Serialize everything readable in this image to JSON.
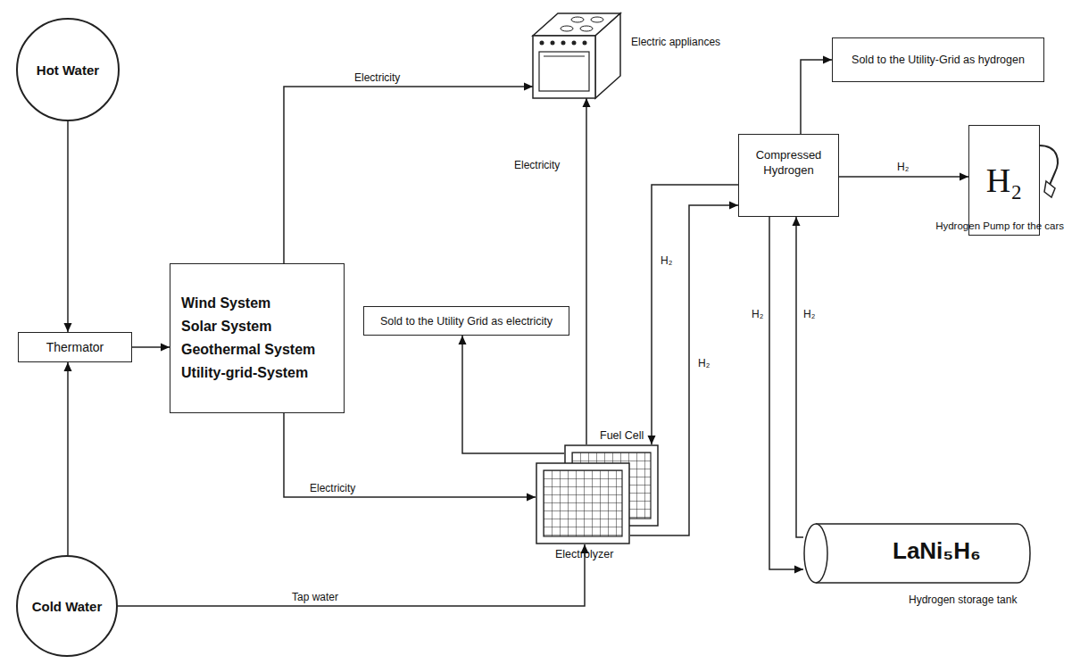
{
  "diagram": {
    "nodes": [
      {
        "text": [
          "Hot Water"
        ]
      },
      {
        "text": [
          "Thermator"
        ]
      },
      {
        "text": [
          "Cold Water"
        ]
      },
      {
        "text": [
          "Wind System",
          "Solar System",
          "Geothermal System",
          "Utility-grid-System"
        ]
      },
      {
        "text": [
          "Electric appliances"
        ]
      },
      {
        "text": [
          "Sold to the Utility Grid as electricity"
        ]
      },
      {
        "text": [
          "Fuel Cell"
        ]
      },
      {
        "text": [
          "Electrolyzer"
        ]
      },
      {
        "text": [
          "Compressed Hydrogen"
        ]
      },
      {
        "text": [
          "Sold to the Utility-Grid as hydrogen"
        ]
      },
      {
        "text": [
          "H₂",
          "Hydrogen Pump for the cars"
        ]
      },
      {
        "text": [
          "LaNi₅H₆",
          "Hydrogen storage tank"
        ]
      }
    ],
    "edges": [
      {
        "from": 0,
        "to": 1,
        "arrow": "to"
      },
      {
        "from": 2,
        "to": 1,
        "arrow": "to"
      },
      {
        "from": 1,
        "to": 3,
        "arrow": "to"
      },
      {
        "from": 3,
        "to": 4,
        "label": "Electricity",
        "arrow": "to"
      },
      {
        "from": 3,
        "to": 7,
        "label": "Electricity",
        "arrow": "to"
      },
      {
        "from": 2,
        "to": 7,
        "label": "Tap water",
        "arrow": "to"
      },
      {
        "from": 6,
        "to": 4,
        "label": "Electricity",
        "arrow": "to"
      },
      {
        "from": 6,
        "to": 5,
        "arrow": "to"
      },
      {
        "from": 8,
        "to": 6,
        "label": "H₂",
        "arrow": "to"
      },
      {
        "from": 7,
        "to": 8,
        "label": "H₂",
        "arrow": "to"
      },
      {
        "from": 8,
        "to": 9,
        "arrow": "to"
      },
      {
        "from": 8,
        "to": 10,
        "label": "H₂",
        "arrow": "to"
      },
      {
        "from": 8,
        "to": 11,
        "label": "H₂",
        "arrow": "to"
      },
      {
        "from": 11,
        "to": 8,
        "label": "H₂",
        "arrow": "to"
      }
    ]
  }
}
